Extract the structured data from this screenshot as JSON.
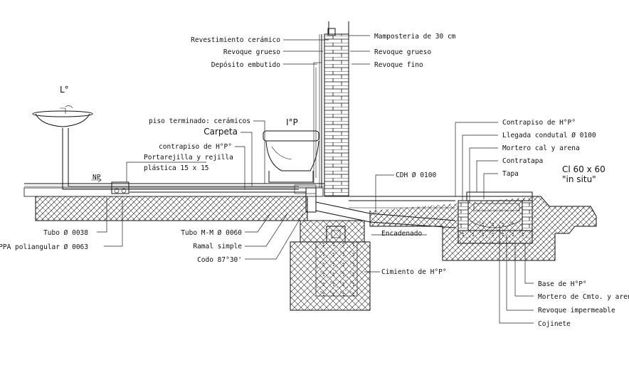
{
  "symbols": {
    "lavatory": "L°",
    "toilet": "I°P",
    "chamber_size": "Cl 60 x 60",
    "chamber_note": "\"in situ\"",
    "floor_mark": "NP"
  },
  "labels": {
    "revestimiento": "Revestimiento cerámico",
    "revoque_grueso_l": "Revoque grueso",
    "deposito": "Depósito embutido",
    "mamposteria": "Mamposteria de 30 cm",
    "revoque_grueso_r": "Revoque grueso",
    "revoque_fino": "Revoque fino",
    "piso": "piso terminado: cerámicos",
    "carpeta": "Carpeta",
    "contrapiso_l": "contrapiso de H°P°",
    "portarejilla_1": "Portarejilla y rejilla",
    "portarejilla_2": "plástica 15 x 15",
    "contrapiso_r": "Contrapiso de H°P°",
    "llegada": "Llegada condutal Ø 0100",
    "mortero_cal": "Mortero cal y arena",
    "contratapa": "Contratapa",
    "tapa": "Tapa",
    "cdh": "CDH Ø 0100",
    "encadenado": "Encadenado",
    "tubo_038": "Tubo Ø 0038",
    "ppa": "PPA poliangular Ø 0063",
    "tubo_mm": "Tubo M-M Ø 0060",
    "ramal": "Ramal simple",
    "codo": "Codo 87°30'",
    "cimiento": "Cimiento de H°P°",
    "base": "Base de H°P°",
    "mortero_cmto": "Mortero de Cmto. y arena",
    "revoque_imp": "Revoque impermeable",
    "cojinete": "Cojinete"
  }
}
